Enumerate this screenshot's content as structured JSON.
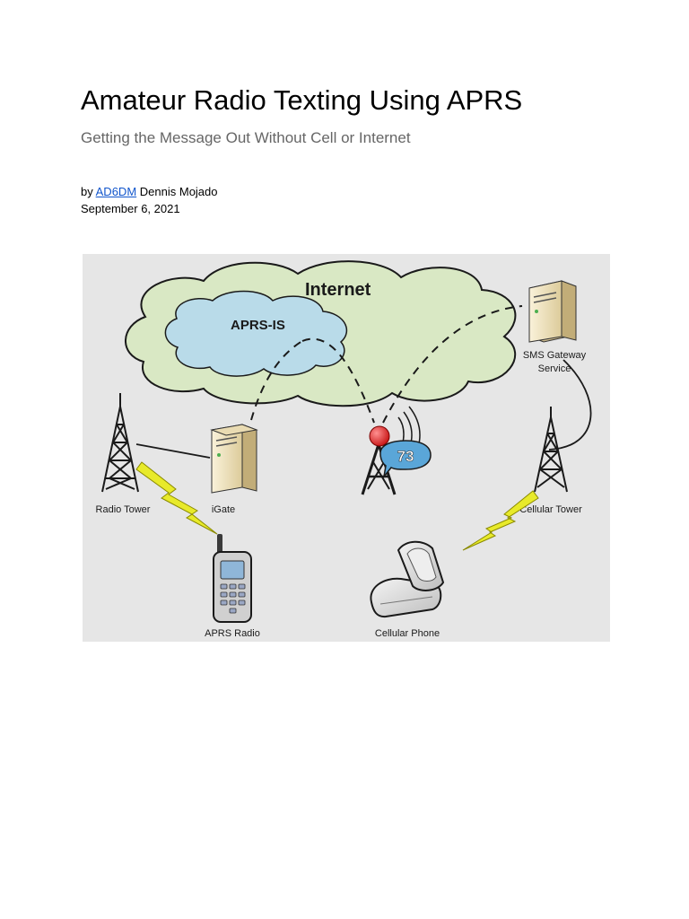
{
  "document": {
    "title": "Amateur Radio Texting Using APRS",
    "subtitle": "Getting the Message Out Without Cell or Internet",
    "byline_prefix": "by",
    "author_callsign": "AD6DM",
    "author_name": "Dennis Mojado",
    "date": "September 6, 2021"
  },
  "diagram": {
    "internet_label": "Internet",
    "aprs_is_label": "APRS-IS",
    "badge_number": "73",
    "nodes": {
      "radio_tower": "Radio Tower",
      "igate": "iGate",
      "sms_gateway_line1": "SMS Gateway",
      "sms_gateway_line2": "Service",
      "cellular_tower": "Cellular Tower",
      "aprs_radio": "APRS Radio",
      "cellular_phone": "Cellular Phone"
    },
    "colors": {
      "background": "#e6e6e6",
      "internet_cloud": "#d9e8c4",
      "aprs_cloud": "#b9dbe9",
      "server": "#f3e8c8",
      "lightning": "#e8ea2a",
      "badge": "#5aa6d8",
      "beacon": "#e02828"
    },
    "icons": [
      "cloud-icon",
      "server-icon",
      "tower-icon",
      "lightning-icon",
      "handheld-radio-icon",
      "flip-phone-icon",
      "broadcast-antenna-icon"
    ]
  }
}
